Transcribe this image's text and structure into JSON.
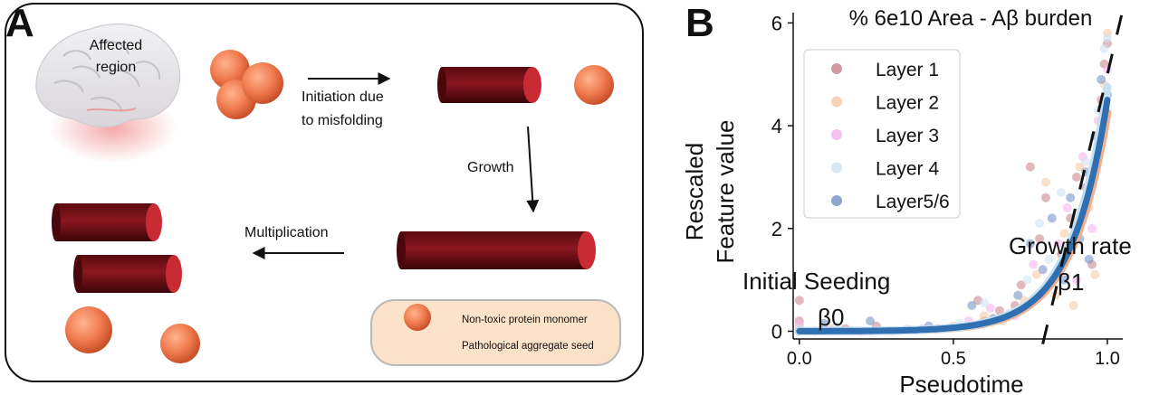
{
  "panel_a": {
    "letter": "A",
    "brain_label_line1": "Affected",
    "brain_label_line2": "region",
    "initiation_line1": "Initiation due",
    "initiation_line2": "to misfolding",
    "growth_label": "Growth",
    "multiplication_label": "Multiplication",
    "legend": {
      "monomer_label": "Non-toxic protein monomer",
      "seed_label": "Pathological aggregate seed"
    },
    "colors": {
      "monomer": "#f07a4e",
      "fibril": "#6b0f16",
      "fibril_cap": "#c92b35",
      "legend_bg": "#fbe2c8"
    }
  },
  "panel_b": {
    "letter": "B",
    "annotation_seeding_line1": "Initial Seeding",
    "annotation_seeding_line2": "β0",
    "annotation_growth_line1": "Growth rate",
    "annotation_growth_line2": "β1"
  },
  "chart_data": {
    "type": "scatter",
    "title": "% 6e10 Area - Aβ burden",
    "xlabel": "Pseudotime",
    "ylabel_line1": "Rescaled",
    "ylabel_line2": "Feature value",
    "xlim": [
      -0.02,
      1.05
    ],
    "ylim": [
      -0.15,
      6.2
    ],
    "xticks": [
      0.0,
      0.5,
      1.0
    ],
    "xtick_labels": [
      "0.0",
      "0.5",
      "1.0"
    ],
    "yticks": [
      0,
      2,
      4,
      6
    ],
    "ytick_labels": [
      "0",
      "2",
      "4",
      "6"
    ],
    "legend_position": "upper-left",
    "series": [
      {
        "name": "Layer 1",
        "color": "#c98a90",
        "points": [
          [
            0.0,
            0.2
          ],
          [
            0.0,
            0.6
          ],
          [
            0.05,
            0.0
          ],
          [
            0.15,
            0.05
          ],
          [
            0.25,
            0.1
          ],
          [
            0.45,
            0.05
          ],
          [
            0.58,
            0.6
          ],
          [
            0.6,
            0.2
          ],
          [
            0.65,
            0.4
          ],
          [
            0.7,
            0.5
          ],
          [
            0.72,
            0.9
          ],
          [
            0.75,
            3.2
          ],
          [
            0.78,
            1.8
          ],
          [
            0.8,
            2.6
          ],
          [
            0.82,
            1.0
          ],
          [
            0.85,
            1.5
          ],
          [
            0.88,
            2.2
          ],
          [
            0.9,
            3.0
          ],
          [
            0.93,
            2.8
          ],
          [
            0.95,
            1.3
          ],
          [
            0.97,
            3.6
          ],
          [
            0.98,
            4.5
          ],
          [
            0.99,
            5.2
          ],
          [
            1.0,
            5.6
          ]
        ]
      },
      {
        "name": "Layer 2",
        "color": "#f6c9a8",
        "points": [
          [
            0.0,
            0.1
          ],
          [
            0.1,
            0.05
          ],
          [
            0.3,
            0.0
          ],
          [
            0.5,
            0.1
          ],
          [
            0.6,
            0.3
          ],
          [
            0.66,
            0.2
          ],
          [
            0.73,
            0.6
          ],
          [
            0.77,
            1.1
          ],
          [
            0.8,
            2.9
          ],
          [
            0.83,
            0.7
          ],
          [
            0.86,
            1.9
          ],
          [
            0.89,
            0.5
          ],
          [
            0.91,
            3.2
          ],
          [
            0.94,
            2.4
          ],
          [
            0.96,
            1.1
          ],
          [
            0.98,
            3.9
          ],
          [
            0.99,
            4.8
          ],
          [
            1.0,
            5.8
          ]
        ]
      },
      {
        "name": "Layer 3",
        "color": "#f3b6ee",
        "points": [
          [
            0.0,
            0.15
          ],
          [
            0.2,
            0.0
          ],
          [
            0.4,
            0.05
          ],
          [
            0.55,
            0.2
          ],
          [
            0.62,
            0.45
          ],
          [
            0.7,
            0.3
          ],
          [
            0.76,
            1.3
          ],
          [
            0.79,
            0.8
          ],
          [
            0.84,
            1.7
          ],
          [
            0.87,
            2.4
          ],
          [
            0.9,
            1.0
          ],
          [
            0.92,
            3.4
          ],
          [
            0.95,
            2.0
          ],
          [
            0.97,
            4.1
          ],
          [
            0.99,
            4.4
          ],
          [
            1.0,
            5.1
          ]
        ]
      },
      {
        "name": "Layer 4",
        "color": "#cfe3f3",
        "points": [
          [
            0.0,
            0.05
          ],
          [
            0.12,
            0.1
          ],
          [
            0.35,
            0.05
          ],
          [
            0.52,
            0.15
          ],
          [
            0.6,
            0.55
          ],
          [
            0.68,
            0.35
          ],
          [
            0.74,
            1.0
          ],
          [
            0.78,
            2.1
          ],
          [
            0.81,
            1.4
          ],
          [
            0.85,
            2.7
          ],
          [
            0.88,
            1.6
          ],
          [
            0.9,
            2.3
          ],
          [
            0.93,
            3.3
          ],
          [
            0.95,
            2.9
          ],
          [
            0.97,
            4.3
          ],
          [
            0.99,
            5.5
          ],
          [
            1.0,
            5.7
          ]
        ]
      },
      {
        "name": "Layer5/6",
        "color": "#7896c6",
        "points": [
          [
            0.0,
            0.0
          ],
          [
            0.08,
            0.15
          ],
          [
            0.23,
            0.2
          ],
          [
            0.42,
            0.1
          ],
          [
            0.56,
            0.5
          ],
          [
            0.63,
            0.25
          ],
          [
            0.71,
            0.7
          ],
          [
            0.75,
            1.7
          ],
          [
            0.79,
            1.2
          ],
          [
            0.82,
            2.2
          ],
          [
            0.86,
            1.0
          ],
          [
            0.88,
            2.6
          ],
          [
            0.91,
            1.8
          ],
          [
            0.93,
            3.1
          ],
          [
            0.94,
            1.4
          ],
          [
            0.96,
            3.8
          ],
          [
            0.98,
            4.9
          ],
          [
            1.0,
            4.6
          ]
        ]
      }
    ],
    "fit_curves": [
      {
        "color": "#f2b08d",
        "scale": 4.25,
        "rate": 8.4
      },
      {
        "color": "#c6e2f2",
        "scale": 4.75,
        "rate": 8.4
      },
      {
        "color": "#2f6fb2",
        "scale": 4.5,
        "rate": 8.4
      }
    ],
    "tangent_line": {
      "x0": 0.8,
      "slope": 25.0,
      "x_start": 0.79,
      "x_end": 1.15
    }
  }
}
